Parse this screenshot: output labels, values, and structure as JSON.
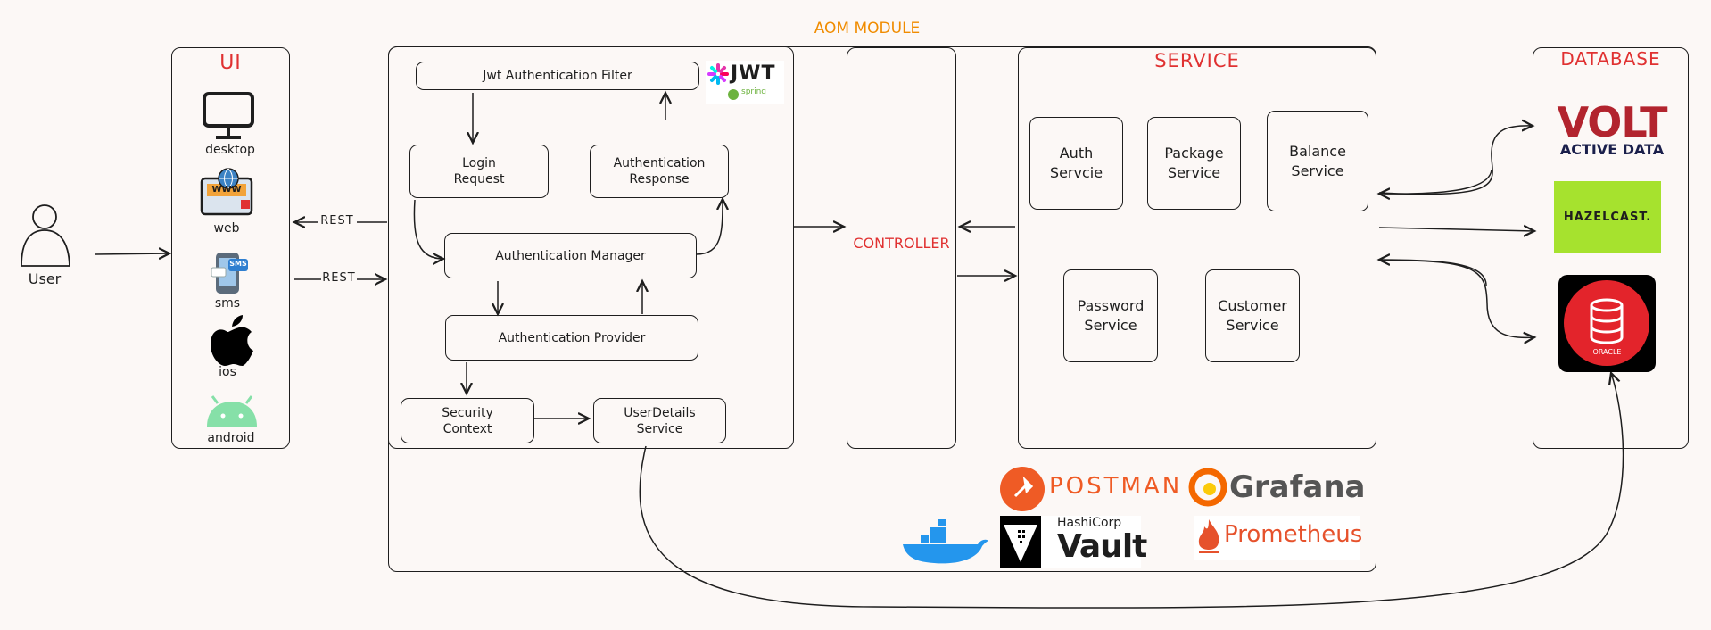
{
  "title": "AOM MODULE",
  "user": {
    "label": "User"
  },
  "arrows": {
    "rest_top": "REST",
    "rest_bottom": "REST"
  },
  "ui": {
    "title": "UI",
    "clients": [
      "desktop",
      "web",
      "sms",
      "ios",
      "android"
    ],
    "sms_badge": "SMS",
    "web_badge": "WWW"
  },
  "security": {
    "jwt_filter": "Jwt Authentication Filter",
    "login_request": "Login\nRequest",
    "auth_response": "Authentication\nResponse",
    "auth_manager": "Authentication Manager",
    "auth_provider": "Authentication Provider",
    "security_context": "Security\nContext",
    "userdetails_service": "UserDetails\nService",
    "jwt_logo": "JWT",
    "spring_logo": "spring"
  },
  "controller": {
    "label": "CONTROLLER"
  },
  "service": {
    "title": "SERVICE",
    "items": [
      "Auth\nServcie",
      "Package\nService",
      "Balance\nService",
      "Password\nService",
      "Customer\nService"
    ]
  },
  "database": {
    "title": "DATABASE",
    "volt_line1": "VOLT",
    "volt_line2": "ACTIVE DATA",
    "hazelcast": "HAZELCAST.",
    "oracle": "ORACLE"
  },
  "tools": {
    "postman": "POSTMAN",
    "grafana": "Grafana",
    "hashicorp": "HashiCorp",
    "vault": "Vault",
    "prometheus": "Prometheus"
  },
  "colors": {
    "accent_red": "#e03131",
    "accent_orange": "#f08c00",
    "hazelcast_green": "#a6e22e",
    "volt_red": "#b2242e",
    "oracle_red": "#e3242b"
  }
}
